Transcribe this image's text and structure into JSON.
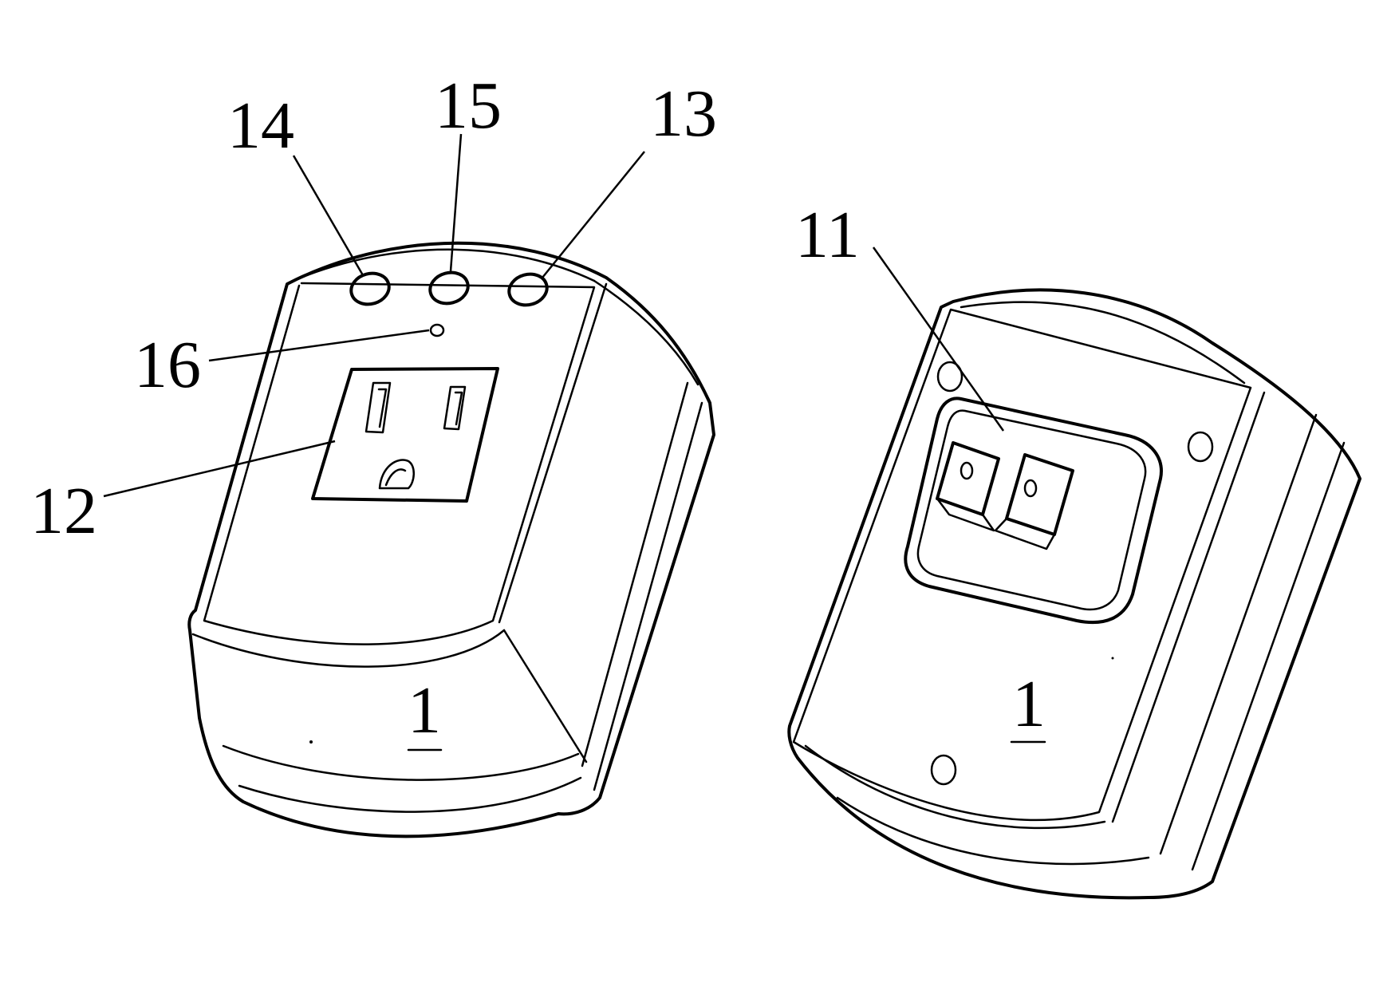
{
  "figure": {
    "reference_numerals": {
      "led_a": "14",
      "led_b": "15",
      "led_c": "13",
      "reset_hole": "16",
      "socket": "12",
      "plug": "11"
    },
    "body_label_front": "1",
    "body_label_back": "1"
  },
  "colors": {
    "line": "#000000",
    "background": "#ffffff"
  }
}
